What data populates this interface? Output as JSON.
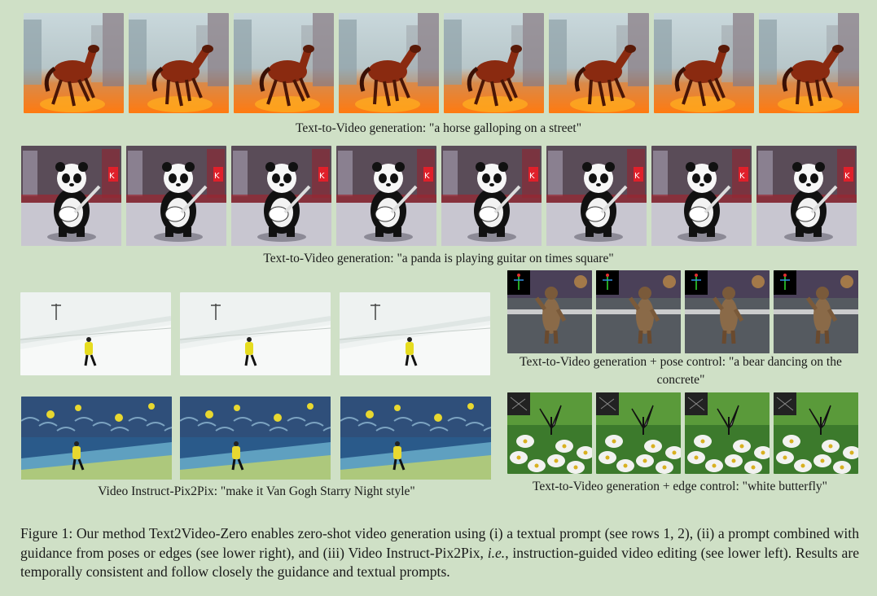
{
  "row1": {
    "caption": "Text-to-Video generation: \"a horse galloping on a street\"",
    "frame_count": 8
  },
  "row2": {
    "caption": "Text-to-Video generation: \"a panda is playing guitar on times square\"",
    "frame_count": 8
  },
  "pix2pix": {
    "caption": "Video Instruct-Pix2Pix: \"make it Van Gogh Starry Night style\""
  },
  "pose": {
    "caption": "Text-to-Video generation + pose control: \"a bear dancing on the concrete\""
  },
  "edge": {
    "caption": "Text-to-Video generation + edge control: \"white butterfly\""
  },
  "figure": {
    "label": "Figure 1:",
    "text_a": " Our method Text2Video-Zero enables zero-shot video generation using (i) a textual prompt (see rows 1, 2), (ii) a prompt combined with guidance from poses or edges (see lower right), and (iii) Video Instruct-Pix2Pix, ",
    "text_ie": "i.e.",
    "text_b": ", instruction-guided video editing (see lower left). Results are temporally consistent and follow closely the guidance and textual prompts."
  },
  "colors": {
    "background": "#cfe0c6",
    "horse": "#8a2a10",
    "street_glow": "#ff7a10",
    "sky": "#c9d8dc",
    "panda_black": "#111111",
    "snow": "#eef2f1",
    "starry_blue": "#2a5a8a",
    "starry_yellow": "#e8d830",
    "night_ground": "#555a60"
  }
}
